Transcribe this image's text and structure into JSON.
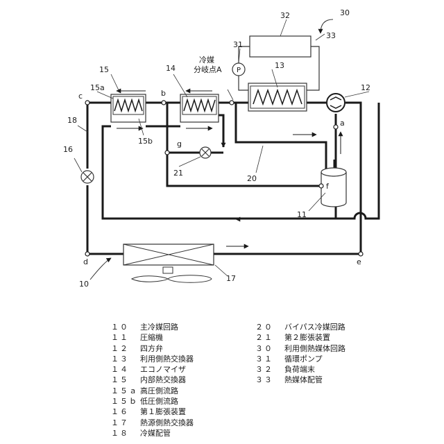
{
  "labels": {
    "n10": "10",
    "n11": "11",
    "n12": "12",
    "n13": "13",
    "n14": "14",
    "n15": "15",
    "n15a": "15a",
    "n15b": "15b",
    "n16": "16",
    "n17": "17",
    "n18": "18",
    "n20": "20",
    "n21": "21",
    "n30": "30",
    "n31": "31",
    "n32": "32",
    "n33": "33",
    "pt_a": "a",
    "pt_b": "b",
    "pt_c": "c",
    "pt_d": "d",
    "pt_e": "e",
    "pt_f": "f",
    "pt_g": "g",
    "pump": "P",
    "branch_line1": "冷媒",
    "branch_line2": "分岐点A"
  },
  "legend_left": [
    {
      "num": "１０",
      "text": "主冷媒回路"
    },
    {
      "num": "１１",
      "text": "圧縮機"
    },
    {
      "num": "１２",
      "text": "四方弁"
    },
    {
      "num": "１３",
      "text": "利用側熱交換器"
    },
    {
      "num": "１４",
      "text": "エコノマイザ"
    },
    {
      "num": "１５",
      "text": "内部熱交換器"
    },
    {
      "num": "１５ａ",
      "text": "高圧側流路"
    },
    {
      "num": "１５ｂ",
      "text": "低圧側流路"
    },
    {
      "num": "１６",
      "text": "第１膨張装置"
    },
    {
      "num": "１７",
      "text": "熱源側熱交換器"
    },
    {
      "num": "１８",
      "text": "冷媒配管"
    }
  ],
  "legend_right": [
    {
      "num": "２０",
      "text": "バイパス冷媒回路"
    },
    {
      "num": "２１",
      "text": "第２膨張装置"
    },
    {
      "num": "３０",
      "text": "利用側熱媒体回路"
    },
    {
      "num": "３１",
      "text": "循環ポンプ"
    },
    {
      "num": "３２",
      "text": "負荷端末"
    },
    {
      "num": "３３",
      "text": "熱媒体配管"
    }
  ]
}
